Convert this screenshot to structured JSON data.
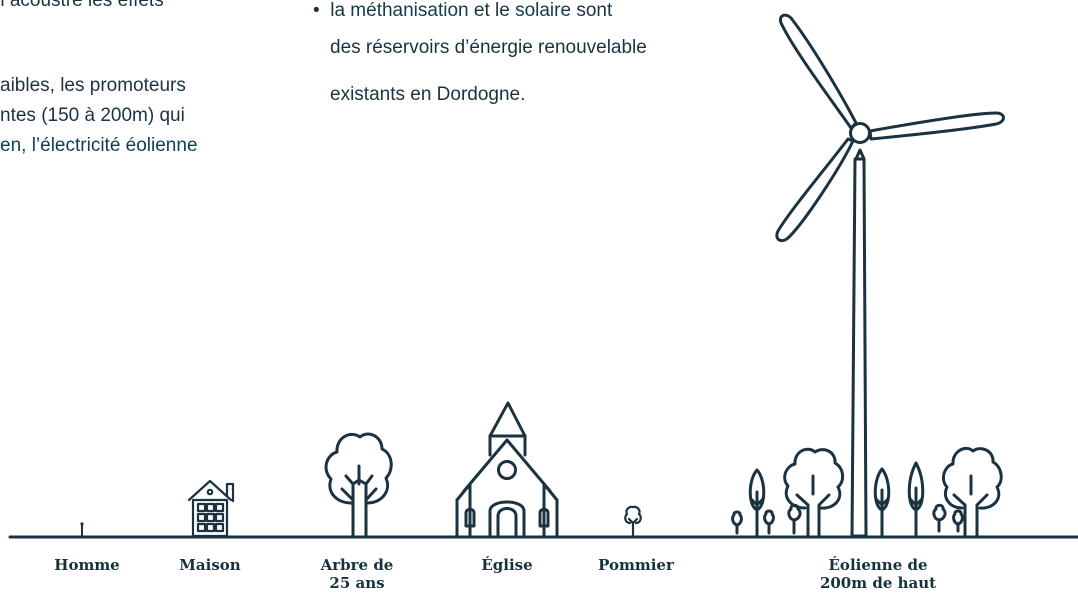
{
  "left_text": {
    "line1": "n acoustre les effets",
    "line2": "aibles, les promoteurs",
    "line3": "ntes (150 à 200m) qui",
    "line4": "en, l’électricité éolienne"
  },
  "right_text": {
    "bullet": "•",
    "line1_a": "la ",
    "line1_b": "méthanisation",
    "line1_c": " et le ",
    "line1_d": "solaire",
    "line1_e": " sont",
    "line2": "des réservoirs d’énergie renouvelable",
    "line3": "existants en Dordogne."
  },
  "labels": {
    "homme": "Homme",
    "maison": "Maison",
    "arbre_1": "Arbre de",
    "arbre_2": "25 ans",
    "eglise": "Église",
    "pommier": "Pommier",
    "eolienne_1": "Éolienne de",
    "eolienne_2": "200m de haut"
  },
  "colors": {
    "ink": "#1b3340",
    "background": "#ffffff"
  }
}
